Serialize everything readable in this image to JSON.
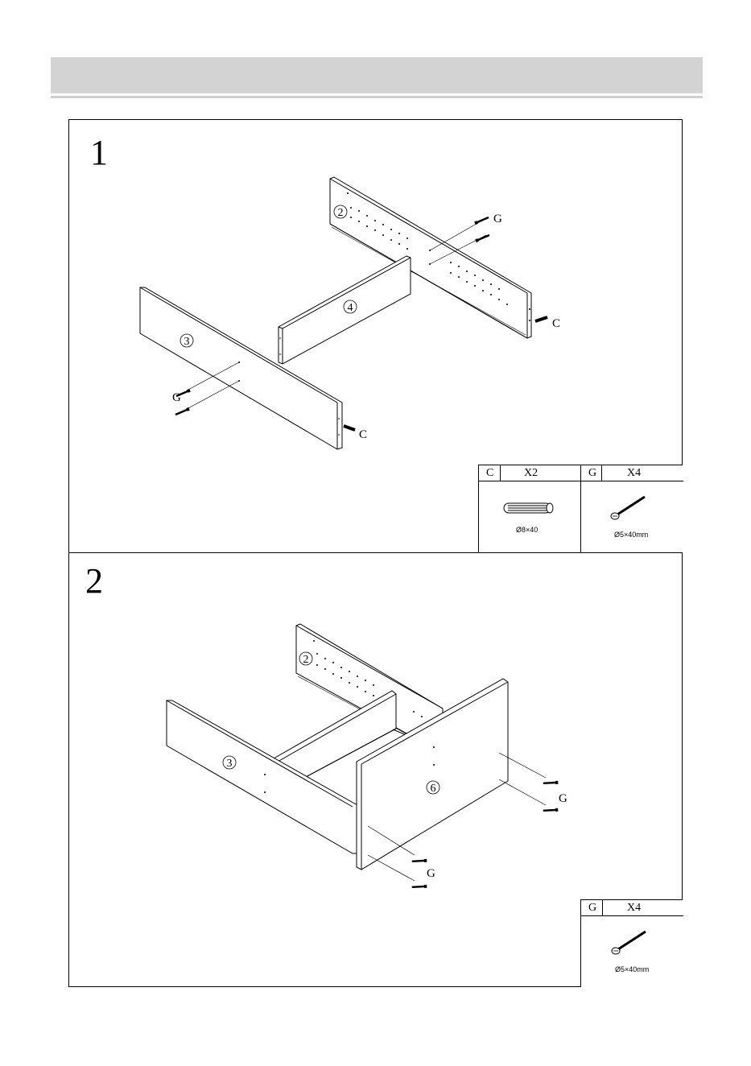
{
  "steps": [
    {
      "number": "1",
      "parts": [
        "2",
        "4",
        "3"
      ],
      "fastener_labels": {
        "g_top": "G",
        "c_right": "C",
        "g_left": "G",
        "c_bottom": "C"
      },
      "hardware": [
        {
          "code": "C",
          "qty": "X2",
          "size": "Ø8×40",
          "icon": "dowel-icon"
        },
        {
          "code": "G",
          "qty": "X4",
          "size": "Ø5×40mm",
          "icon": "screw-icon"
        }
      ]
    },
    {
      "number": "2",
      "parts": [
        "2",
        "3",
        "6"
      ],
      "fastener_labels": {
        "g_right": "G",
        "g_bottom": "G"
      },
      "hardware": [
        {
          "code": "G",
          "qty": "X4",
          "size": "Ø5×40mm",
          "icon": "screw-icon"
        }
      ]
    }
  ]
}
